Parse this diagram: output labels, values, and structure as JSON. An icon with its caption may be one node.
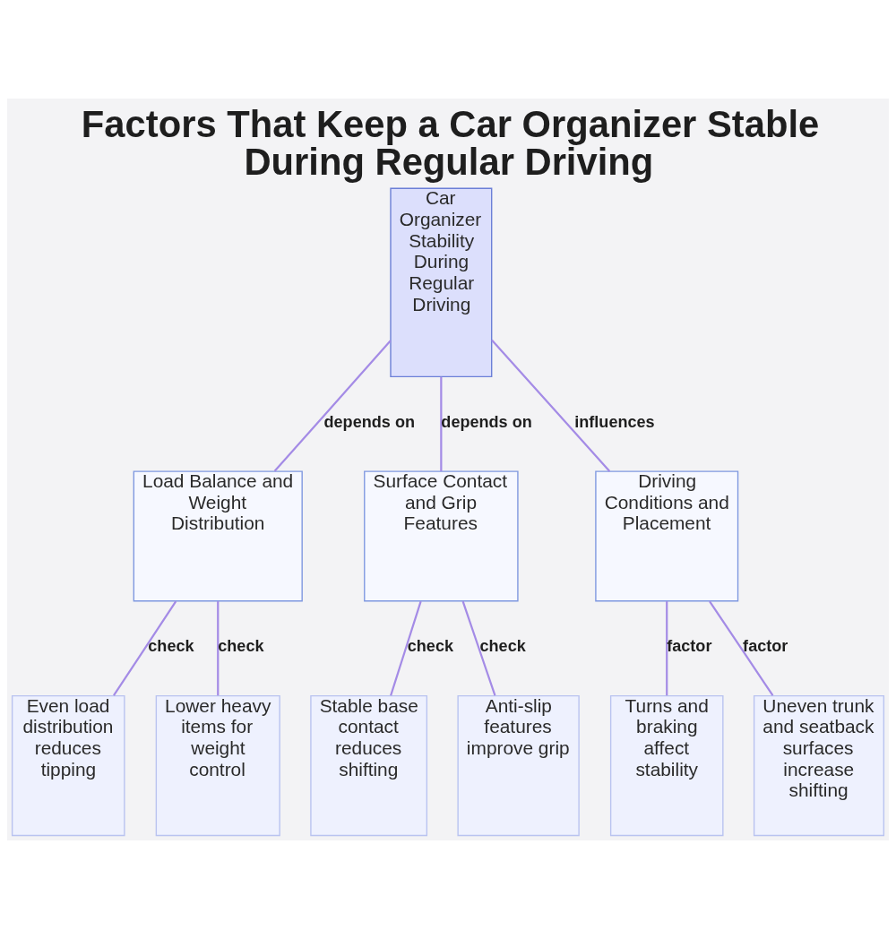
{
  "diagram": {
    "title": "Factors That Keep a Car Organizer Stable During Regular Driving",
    "nodes": [
      {
        "text": [
          "Car Organizer Stability During Regular Driving"
        ]
      },
      {
        "text": [
          "Load Balance and Weight Distribution"
        ]
      },
      {
        "text": [
          "Surface Contact and Grip Features"
        ]
      },
      {
        "text": [
          "Driving Conditions and Placement"
        ]
      },
      {
        "text": [
          "Even load distribution reduces tipping"
        ]
      },
      {
        "text": [
          "Lower heavy items for weight control"
        ]
      },
      {
        "text": [
          "Stable base contact reduces shifting"
        ]
      },
      {
        "text": [
          "Anti-slip features improve grip"
        ]
      },
      {
        "text": [
          "Turns and braking affect stability"
        ]
      },
      {
        "text": [
          "Uneven trunk and seatback surfaces increase shifting"
        ]
      }
    ],
    "edges": [
      {
        "from": 0,
        "to": 1,
        "arrow": "none",
        "label": "depends on"
      },
      {
        "from": 0,
        "to": 2,
        "arrow": "none",
        "label": "depends on"
      },
      {
        "from": 0,
        "to": 3,
        "arrow": "none",
        "label": "influences"
      },
      {
        "from": 1,
        "to": 4,
        "arrow": "none",
        "label": "check"
      },
      {
        "from": 1,
        "to": 5,
        "arrow": "none",
        "label": "check"
      },
      {
        "from": 2,
        "to": 6,
        "arrow": "none",
        "label": "check"
      },
      {
        "from": 2,
        "to": 7,
        "arrow": "none",
        "label": "check"
      },
      {
        "from": 3,
        "to": 8,
        "arrow": "none",
        "label": "factor"
      },
      {
        "from": 3,
        "to": 9,
        "arrow": "none",
        "label": "factor"
      }
    ]
  }
}
